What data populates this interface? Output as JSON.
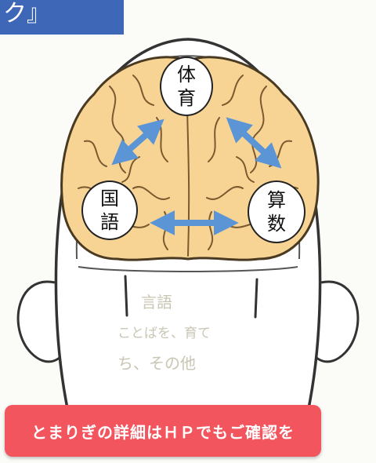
{
  "header": {
    "title_fragment": "ク』"
  },
  "diagram": {
    "nodes": [
      {
        "id": "pe",
        "chars": [
          "体",
          "育"
        ]
      },
      {
        "id": "japanese",
        "chars": [
          "国",
          "語"
        ]
      },
      {
        "id": "math",
        "chars": [
          "算",
          "数"
        ]
      }
    ],
    "edges": [
      {
        "from": "pe",
        "to": "japanese",
        "style": "double-arrow"
      },
      {
        "from": "pe",
        "to": "math",
        "style": "double-arrow"
      },
      {
        "from": "japanese",
        "to": "math",
        "style": "double-arrow"
      }
    ],
    "colors": {
      "brain": "#f7d494",
      "brain_outline": "#4a3a22",
      "arrow": "#5b95d6",
      "banner": "#f2555e",
      "title_tab": "#3e67b8"
    }
  },
  "footer": {
    "banner_text": "とまりぎの詳細はＨＰでもご確認を"
  }
}
